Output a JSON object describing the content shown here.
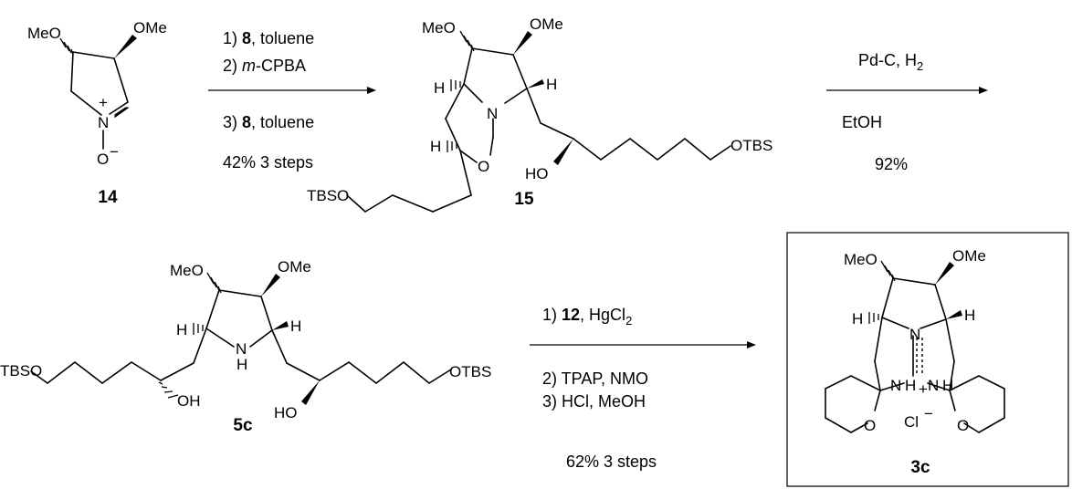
{
  "compounds": {
    "c14": {
      "label": "14",
      "ome_left": "MeO",
      "ome_right": "OMe",
      "plus": "+",
      "n": "N",
      "o_minus": "O",
      "minus": "−"
    },
    "c15": {
      "label": "15",
      "meo": "MeO",
      "ome": "OMe",
      "h1": "H",
      "h2": "H",
      "h3": "H",
      "n": "N",
      "o": "O",
      "ho": "HO",
      "tbso": "TBSO",
      "otbs": "OTBS"
    },
    "c5c": {
      "label": "5c",
      "meo": "MeO",
      "ome": "OMe",
      "h1": "H",
      "h2": "H",
      "nh_n": "N",
      "nh_h": "H",
      "oh": "OH",
      "ho": "HO",
      "tbso": "TBSO",
      "otbs": "OTBS"
    },
    "c3c": {
      "label": "3c",
      "meo": "MeO",
      "ome": "OMe",
      "h1": "H",
      "h2": "H",
      "n": "N",
      "nh1_n": "N",
      "nh1_h": "H",
      "nh2_n": "N",
      "nh2_h": "H",
      "plus": "+",
      "o1": "O",
      "o2": "O",
      "cl": "Cl",
      "cl_minus": "−"
    }
  },
  "steps": {
    "step1": {
      "l1_num": "1) ",
      "l1_bold": "8",
      "l1_rest": ", toluene",
      "l2_num": "2) ",
      "l2_ital": "m",
      "l2_rest": "-CPBA",
      "l3_num": "3) ",
      "l3_bold": "8",
      "l3_rest": ", toluene",
      "yield": "42% 3 steps"
    },
    "step2": {
      "reagent": "Pd-C, H",
      "sub": "2",
      "solvent": "EtOH",
      "yield": "92%"
    },
    "step3": {
      "l1_num": "1) ",
      "l1_bold": "12",
      "l1_rest": ", HgCl",
      "l1_sub": "2",
      "l2": "2) TPAP, NMO",
      "l3": "3) HCl, MeOH",
      "yield": "62% 3 steps"
    }
  }
}
